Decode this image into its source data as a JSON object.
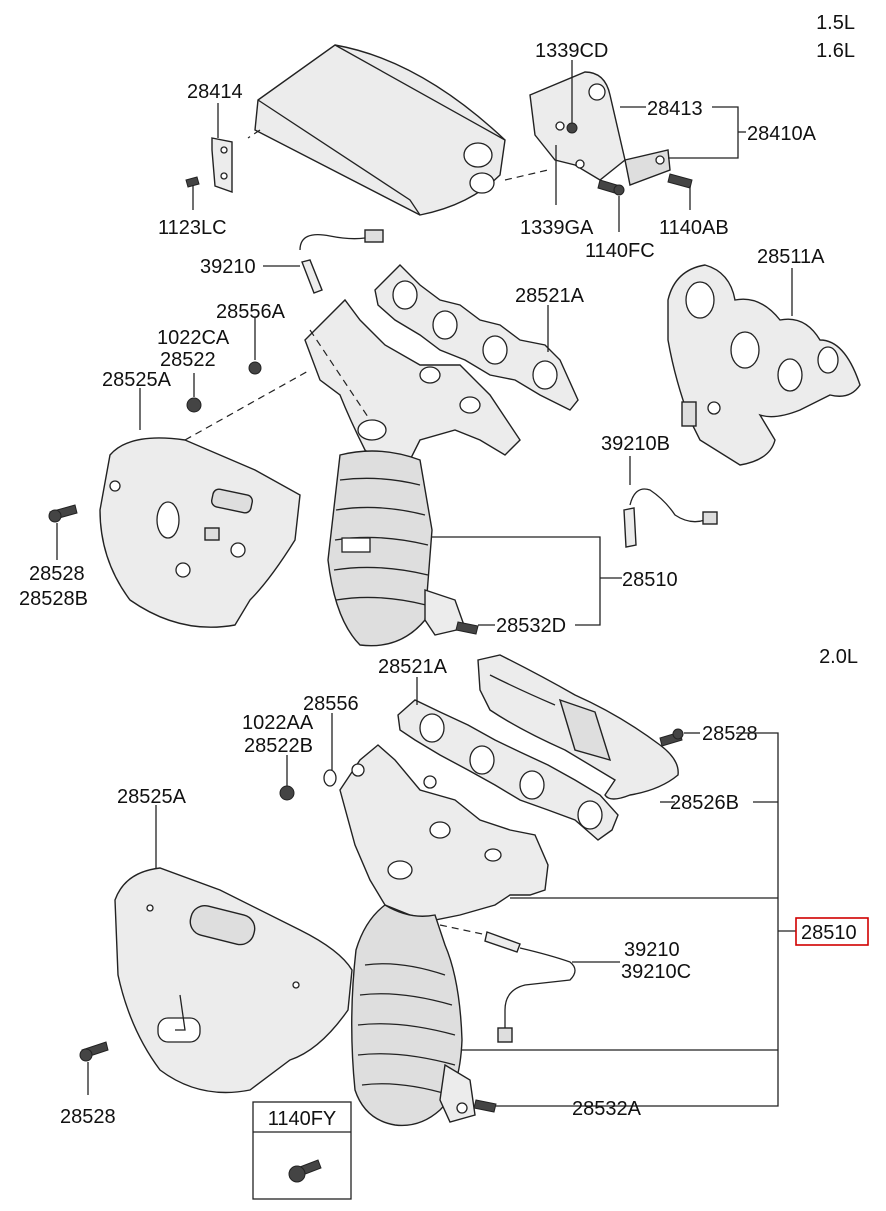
{
  "engine_labels": {
    "top_line1": "1.5L",
    "top_line2": "1.6L",
    "bottom": "2.0L"
  },
  "top_parts": {
    "p28414": "28414",
    "p1339CD": "1339CD",
    "p28413": "28413",
    "p28410A": "28410A",
    "p1123LC": "1123LC",
    "p1339GA": "1339GA",
    "p1140FC": "1140FC",
    "p1140AB": "1140AB",
    "p39210": "39210",
    "p28521A": "28521A",
    "p28511A": "28511A",
    "p28556A": "28556A",
    "p1022CA": "1022CA",
    "p28522": "28522",
    "p28525A": "28525A",
    "p39210B": "39210B",
    "p28528": "28528",
    "p28528B": "28528B",
    "p28510": "28510",
    "p28532D": "28532D"
  },
  "bottom_parts": {
    "p28521A": "28521A",
    "p28556": "28556",
    "p1022AA": "1022AA",
    "p28522B": "28522B",
    "p28528_right": "28528",
    "p28525A": "28525A",
    "p28526B": "28526B",
    "p28510_highlighted": "28510",
    "p39210": "39210",
    "p39210C": "39210C",
    "p28528_left": "28528",
    "p28532A": "28532A"
  },
  "inset_box": {
    "label": "1140FY"
  },
  "colors": {
    "highlight": "#d00000",
    "line": "#222222",
    "fill": "#ececec"
  }
}
